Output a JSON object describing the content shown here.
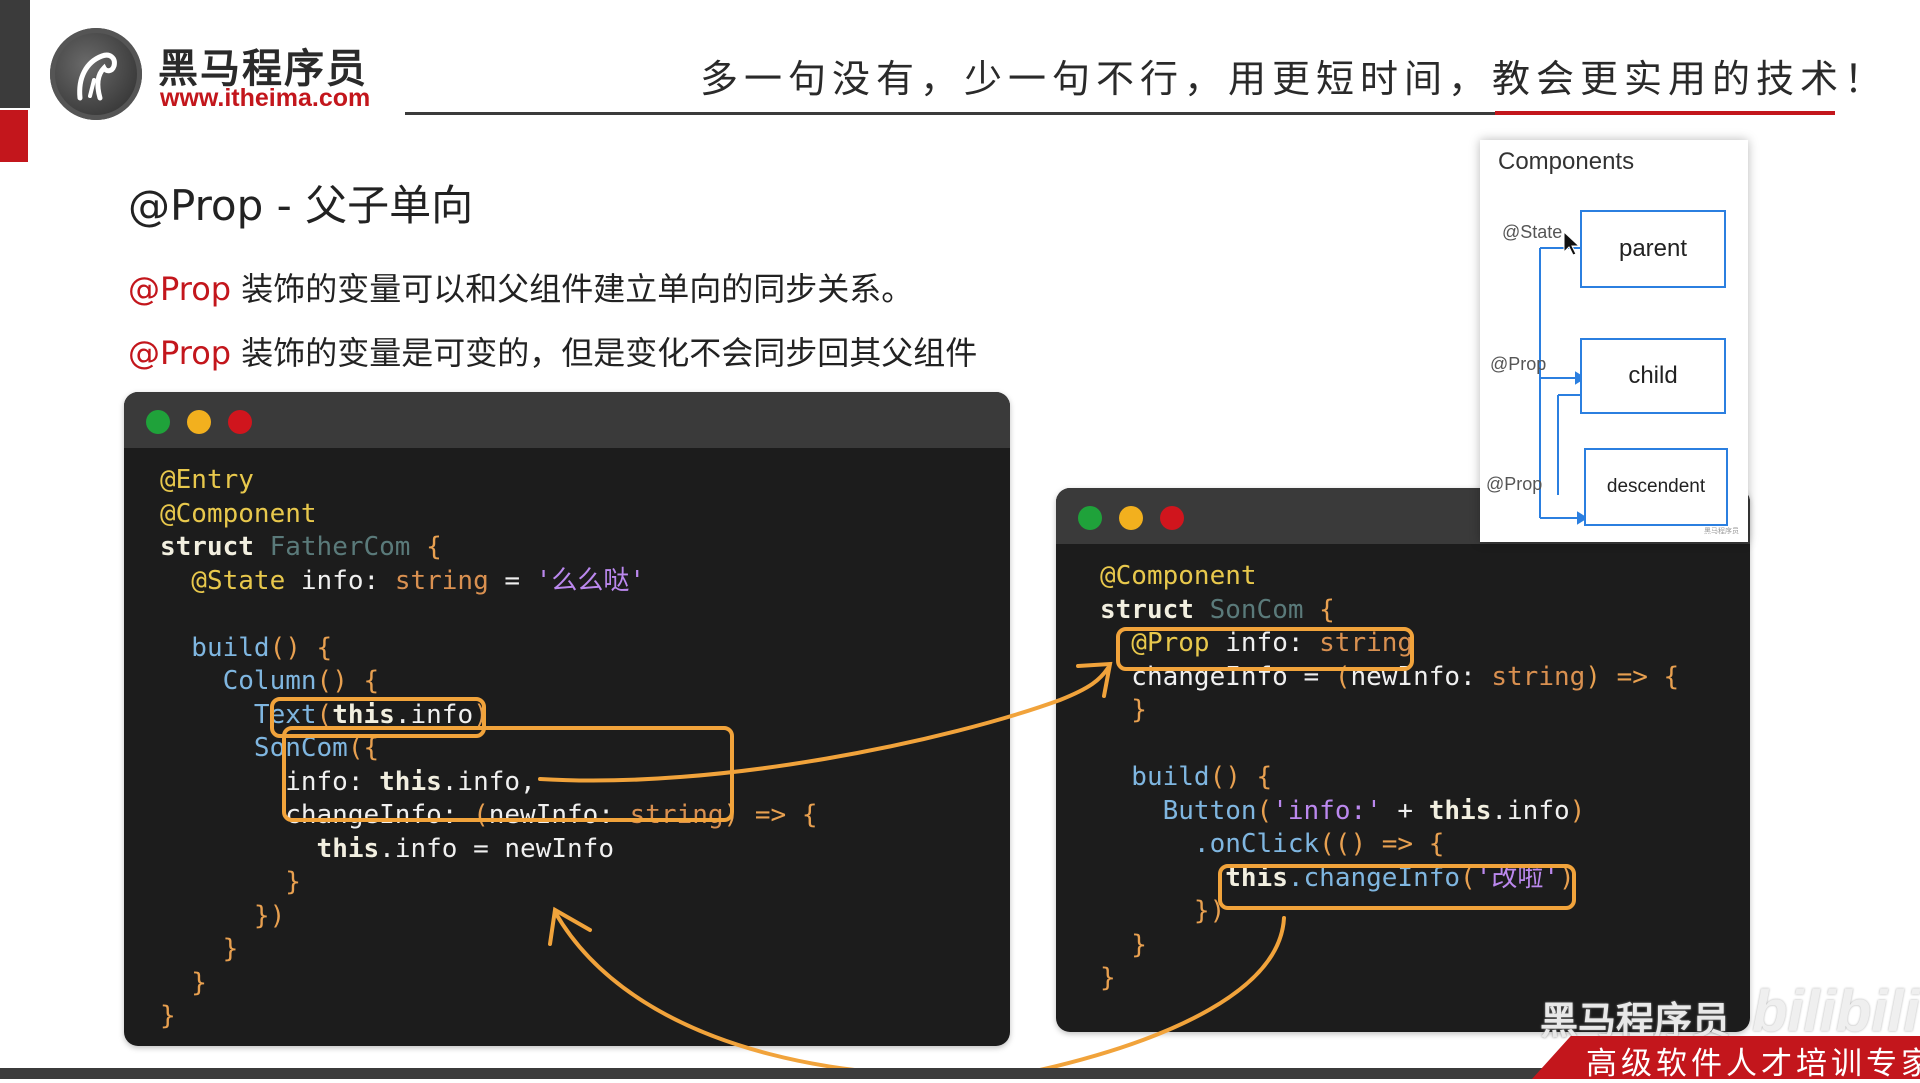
{
  "header": {
    "brand_name": "黑马程序员",
    "brand_url": "www.itheima.com",
    "slogan": "多一句没有，少一句不行，用更短时间，教会更实用的技术！"
  },
  "slide": {
    "title": "@Prop - 父子单向",
    "bullets": [
      {
        "keyword": "@Prop",
        "text": " 装饰的变量可以和父组件建立单向的同步关系。"
      },
      {
        "keyword": "@Prop",
        "text": " 装饰的变量是可变的，但是变化不会同步回其父组件"
      }
    ]
  },
  "code_left": {
    "l1": "@Entry",
    "l2": "@Component",
    "l3a": "struct",
    "l3b": " FatherCom",
    "l3c": " {",
    "l4a": "  @State",
    "l4b": " info: ",
    "l4c": "string",
    "l4d": " = ",
    "l4e": "'么么哒'",
    "l6a": "  build",
    "l6b": "()",
    "l6c": " {",
    "l7a": "    Column",
    "l7b": "()",
    "l7c": " {",
    "l8a": "      Text",
    "l8b": "(",
    "l8c": "this",
    "l8d": ".info",
    "l8e": ")",
    "l9a": "      SonCom",
    "l9b": "({",
    "l10a": "        info: ",
    "l10b": "this",
    "l10c": ".info,",
    "l11a": "        changeInfo: ",
    "l11b": "(",
    "l11c": "newInfo: ",
    "l11d": "string",
    "l11e": ")",
    "l11f": " => {",
    "l12a": "          ",
    "l12b": "this",
    "l12c": ".info = newInfo",
    "l13": "        }",
    "l14": "      })",
    "l15": "    }",
    "l16": "  }",
    "l17": "}"
  },
  "code_right": {
    "l1": "@Component",
    "l2a": "struct",
    "l2b": " SonCom",
    "l2c": " {",
    "l3a": "  @Prop",
    "l3b": " info: ",
    "l3c": "string",
    "l4a": "  changeInfo = ",
    "l4b": "(",
    "l4c": "newInfo: ",
    "l4d": "string",
    "l4e": ")",
    "l4f": " => {",
    "l5": "  }",
    "l7a": "  build",
    "l7b": "()",
    "l7c": " {",
    "l8a": "    Button",
    "l8b": "(",
    "l8c": "'info:'",
    "l8d": " + ",
    "l8e": "this",
    "l8f": ".info",
    "l8g": ")",
    "l9a": "      .onClick",
    "l9b": "(()",
    "l9c": " => {",
    "l10a": "        ",
    "l10b": "this",
    "l10c": ".changeInfo",
    "l10d": "(",
    "l10e": "'改啦'",
    "l10f": ")",
    "l11": "      })",
    "l12": "  }",
    "l13": "}"
  },
  "components_panel": {
    "title": "Components",
    "parent": "parent",
    "child": "child",
    "descendent": "descendent",
    "label_state": "@State",
    "label_prop_1": "@Prop",
    "label_prop_2": "@Prop",
    "footnote": "黑马程序员"
  },
  "watermark": {
    "brand": "黑马程序员",
    "site": "bilibili",
    "footer": "高级软件人才培训专家"
  },
  "colors": {
    "brand_red": "#c3161c",
    "highlight_orange": "#f1a33b",
    "diagram_blue": "#2b7fe0",
    "code_bg": "#1c1c1c"
  }
}
